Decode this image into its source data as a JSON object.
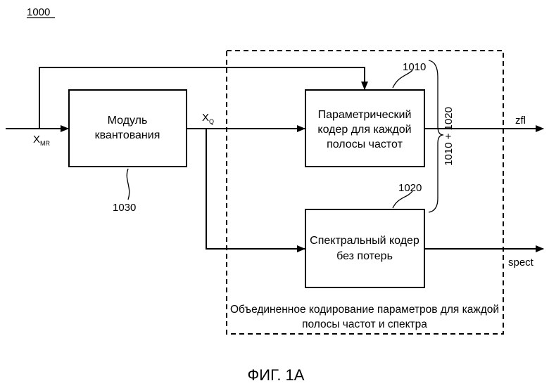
{
  "figure_number": "1000",
  "figure_caption": "ФИГ. 1А",
  "blocks": {
    "quantizer": {
      "line1": "Модуль",
      "line2": "квантования",
      "ref": "1030"
    },
    "parametric_coder": {
      "line1": "Параметрический",
      "line2": "кодер для каждой",
      "line3": "полосы частот",
      "ref": "1010"
    },
    "lossless_coder": {
      "line1": "Спектральный кодер",
      "line2": "без потерь",
      "ref": "1020"
    }
  },
  "joint_block": {
    "caption_line1": "Объединенное кодирование параметров для каждой",
    "caption_line2": "полосы частот и спектра",
    "brace_label": "1010 + 1020"
  },
  "signals": {
    "input_main": "X",
    "input_sub": "MR",
    "quantized_main": "X",
    "quantized_sub": "Q",
    "output_zfl": "zfl",
    "output_spect": "spect"
  }
}
